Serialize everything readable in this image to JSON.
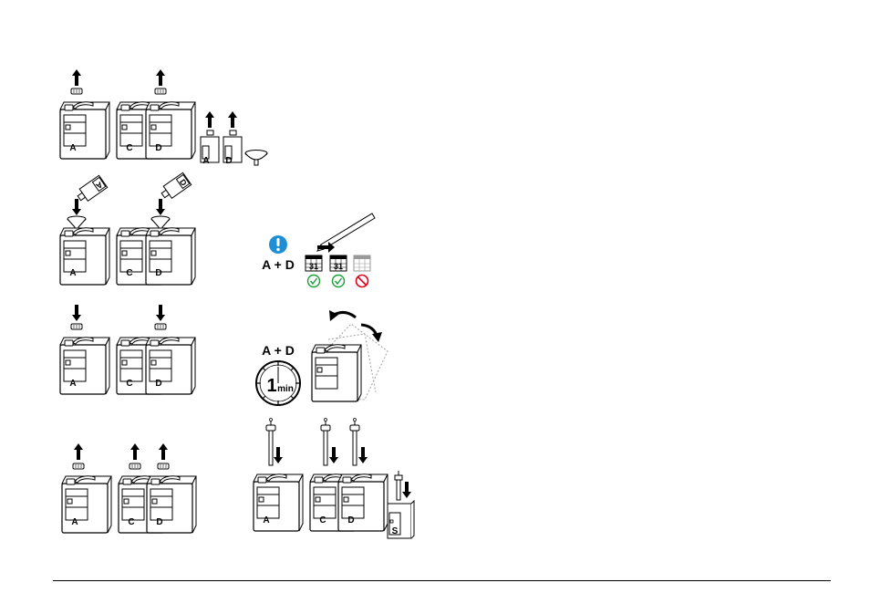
{
  "tanks": {
    "a": "A",
    "c": "C",
    "d": "D",
    "s": "S"
  },
  "mix": {
    "label": "A + D",
    "label2": "A + D"
  },
  "timer": {
    "number": "1",
    "unit": "min"
  },
  "calendar": {
    "cell_text": "31"
  },
  "colors": {
    "ink": "#000000",
    "ok_green": "#1a9e3a",
    "stop_red": "#e0001a",
    "info_blue": "#1e8fd6"
  }
}
